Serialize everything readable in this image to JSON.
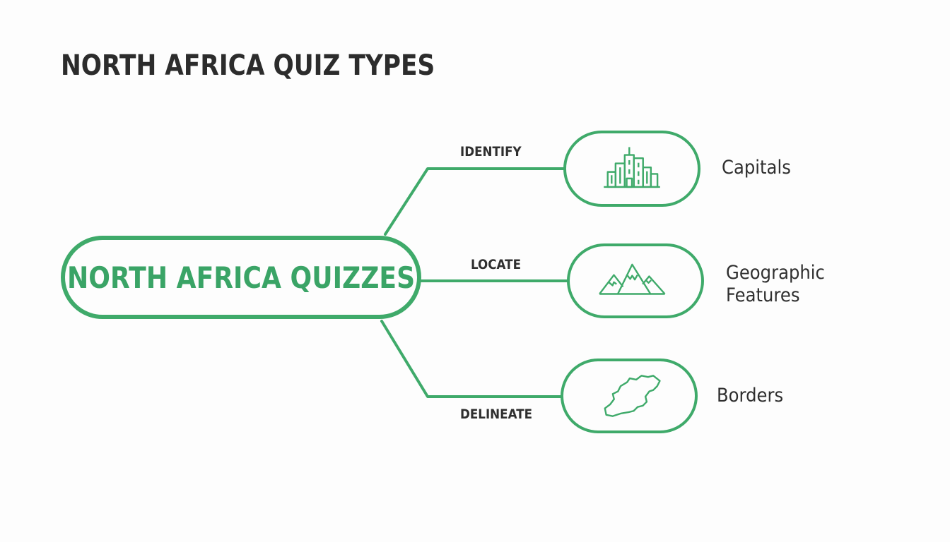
{
  "title": "NORTH AFRICA QUIZ TYPES",
  "main_node": {
    "label": "NORTH AFRICA QUIZZES"
  },
  "colors": {
    "accent": "#3faa6a",
    "text": "#2e2e2e",
    "background": "#fdfdfd"
  },
  "branches": [
    {
      "edge_label": "IDENTIFY",
      "category": "Capitals",
      "icon": "city-buildings-icon"
    },
    {
      "edge_label": "LOCATE",
      "category": "Geographic Features",
      "category_lines": [
        "Geographic",
        "Features"
      ],
      "icon": "mountains-icon"
    },
    {
      "edge_label": "DELINEATE",
      "category": "Borders",
      "icon": "country-outline-icon"
    }
  ]
}
